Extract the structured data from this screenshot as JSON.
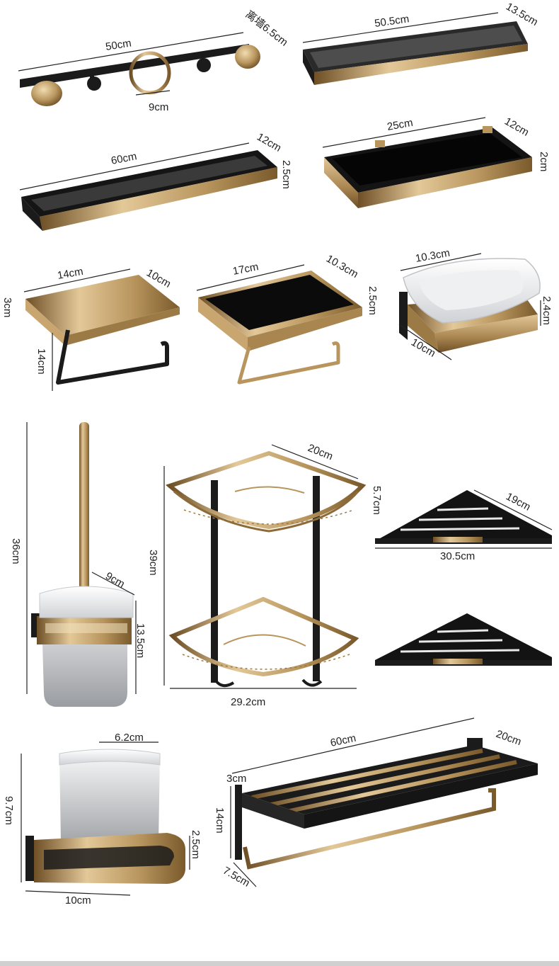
{
  "colors": {
    "gold": "#b8955d",
    "gold_light": "#e3c898",
    "gold_dark": "#7a5a2c",
    "black": "#1b1b1b",
    "frosted": "#dfe1e3",
    "background": "#ffffff"
  },
  "products": {
    "robe_hook": {
      "length": "50cm",
      "wall_distance": "离墙6.5cm",
      "ring": "9cm"
    },
    "shelf_top": {
      "length": "50.5cm",
      "depth": "13.5cm"
    },
    "shelf_long": {
      "length": "60cm",
      "depth": "12cm",
      "height": "2.5cm"
    },
    "shelf_short": {
      "length": "25cm",
      "depth": "12cm",
      "height": "2cm"
    },
    "paper_holder_gold": {
      "width": "14cm",
      "depth": "10cm",
      "height": "3cm",
      "drop": "14cm"
    },
    "paper_holder_black": {
      "width": "17cm",
      "depth": "10.3cm",
      "height": "2.5cm"
    },
    "soap_dish": {
      "width": "10.3cm",
      "height": "2.4cm",
      "depth": "10cm"
    },
    "toilet_brush": {
      "height": "36cm",
      "width": "9cm",
      "cup_height": "13.5cm"
    },
    "corner_basket": {
      "width": "20cm",
      "depth": "5.7cm",
      "height": "39cm",
      "diagonal": "29.2cm"
    },
    "corner_shelf": {
      "side": "19cm",
      "front": "30.5cm"
    },
    "tumbler_holder": {
      "cup": "6.2cm",
      "height": "9.7cm",
      "base_height": "2.5cm",
      "width": "10cm"
    },
    "towel_rack": {
      "length": "60cm",
      "depth": "20cm",
      "thickness": "3cm",
      "height": "14cm",
      "bar": "7.5cm"
    }
  }
}
